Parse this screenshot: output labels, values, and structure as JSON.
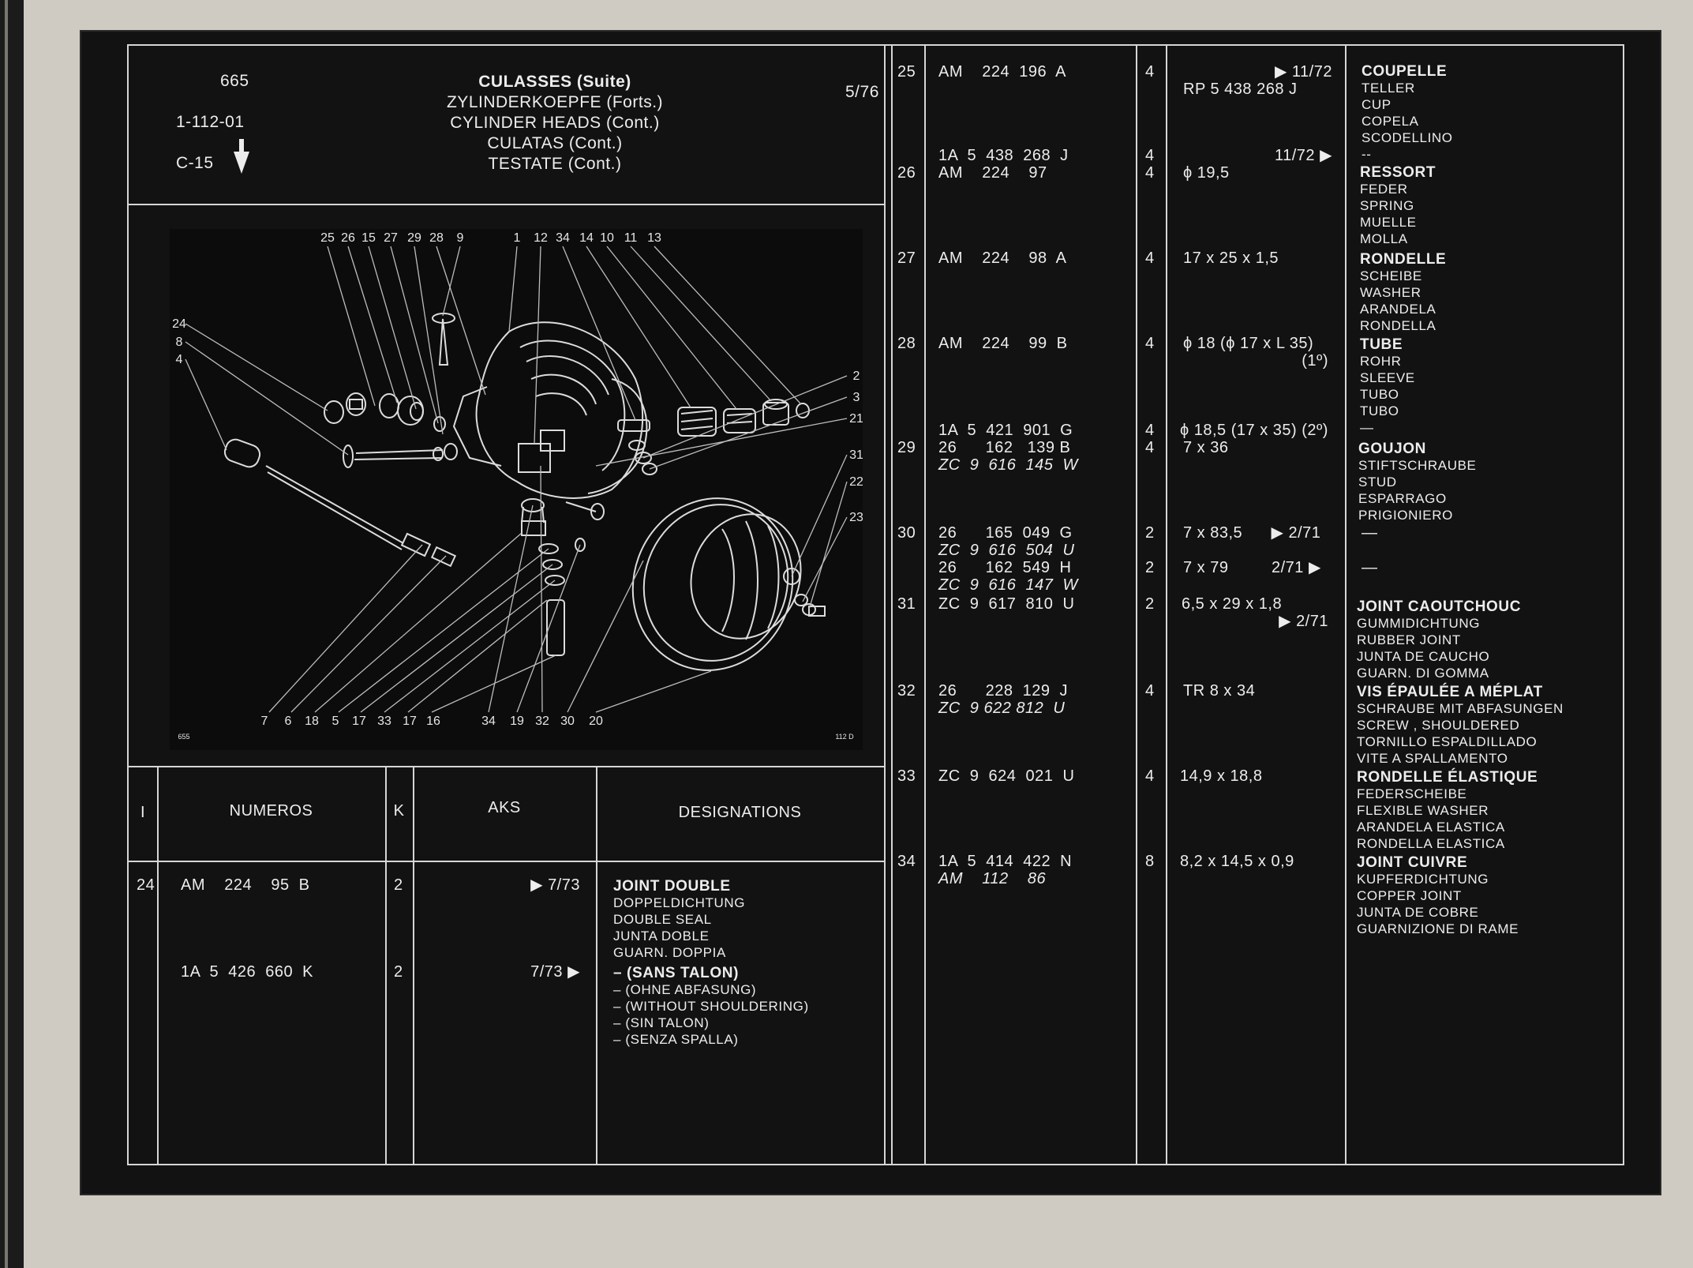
{
  "header": {
    "ref_665": "665",
    "ref_code": "1-112-01",
    "ref_c15": "C-15",
    "date": "5/76",
    "titles": [
      "CULASSES (Suite)",
      "ZYLINDERKOEPFE (Forts.)",
      "CYLINDER HEADS (Cont.)",
      "CULATAS (Cont.)",
      "TESTATE (Cont.)"
    ]
  },
  "columns": {
    "index": "I",
    "numeros": "NUMEROS",
    "k": "K",
    "aks": "AKS",
    "designations": "DESIGNATIONS"
  },
  "diagram": {
    "callouts_top": [
      "25",
      "26",
      "15",
      "27",
      "29",
      "28",
      "9",
      "1",
      "12",
      "34",
      "14",
      "10",
      "11",
      "13"
    ],
    "callouts_left": [
      "24",
      "8",
      "4"
    ],
    "callouts_right": [
      "2",
      "3",
      "21",
      "31",
      "22",
      "23"
    ],
    "callouts_bottom": [
      "7",
      "6",
      "18",
      "5",
      "17",
      "33",
      "17",
      "16",
      "34",
      "19",
      "32",
      "30",
      "20"
    ],
    "corner_left": "655",
    "corner_right": "112 D"
  },
  "left_rows": [
    {
      "index": "24",
      "number": "AM    224    95  B",
      "k": "2",
      "aks": "▶ 7/73",
      "designations": [
        "JOINT DOUBLE",
        "DOPPELDICHTUNG",
        "DOUBLE SEAL",
        "JUNTA DOBLE",
        "GUARN. DOPPIA"
      ]
    },
    {
      "index": "",
      "number": "1A  5  426  660  K",
      "k": "2",
      "aks": "7/73 ▶",
      "designations": [
        "– (SANS TALON)",
        "– (OHNE ABFASUNG)",
        "– (WITHOUT SHOULDERING)",
        "– (SIN TALON)",
        "– (SENZA SPALLA)"
      ]
    }
  ],
  "right_rows": [
    {
      "index": "25",
      "lines": [
        {
          "number": "AM    224  196  A",
          "k": "4",
          "aks": "▶ 11/72",
          "italic": false
        },
        {
          "number": "",
          "k": "",
          "aks": "RP 5 438 268 J",
          "italic": false
        }
      ],
      "designations": [
        "COUPELLE",
        "TELLER",
        "CUP",
        "COPELA",
        "SCODELLINO",
        "--"
      ]
    },
    {
      "index": "",
      "lines": [
        {
          "number": "1A  5  438  268  J",
          "k": "4",
          "aks": "11/72 ▶",
          "italic": false
        }
      ],
      "designations": []
    },
    {
      "index": "26",
      "lines": [
        {
          "number": "AM    224    97",
          "k": "4",
          "aks": "ϕ 19,5",
          "italic": false
        }
      ],
      "designations": [
        "RESSORT",
        "FEDER",
        "SPRING",
        "MUELLE",
        "MOLLA"
      ]
    },
    {
      "index": "27",
      "lines": [
        {
          "number": "AM    224    98  A",
          "k": "4",
          "aks": "17 x 25 x 1,5",
          "italic": false
        }
      ],
      "designations": [
        "RONDELLE",
        "SCHEIBE",
        "WASHER",
        "ARANDELA",
        "RONDELLA"
      ]
    },
    {
      "index": "28",
      "lines": [
        {
          "number": "AM    224    99  B",
          "k": "4",
          "aks": "ϕ 18 (ϕ 17 x L 35)",
          "italic": false
        },
        {
          "number": "",
          "k": "",
          "aks": "(1º)",
          "italic": false
        }
      ],
      "designations": [
        "TUBE",
        "ROHR",
        "SLEEVE",
        "TUBO",
        "TUBO",
        "—"
      ]
    },
    {
      "index": "",
      "lines": [
        {
          "number": "1A  5  421  901  G",
          "k": "4",
          "aks": "ϕ 18,5 (17 x 35) (2º)",
          "italic": false
        }
      ],
      "designations": []
    },
    {
      "index": "29",
      "lines": [
        {
          "number": "26      162   139 B",
          "k": "4",
          "aks": "7 x 36",
          "italic": false
        },
        {
          "number": "ZC  9  616  145  W",
          "k": "",
          "aks": "",
          "italic": true
        }
      ],
      "designations": [
        "GOUJON",
        "STIFTSCHRAUBE",
        "STUD",
        "ESPARRAGO",
        "PRIGIONIERO"
      ]
    },
    {
      "index": "30",
      "lines": [
        {
          "number": "26      165  049  G",
          "k": "2",
          "aks": "7 x 83,5      ▶ 2/71",
          "italic": false
        },
        {
          "number": "ZC  9  616  504  U",
          "k": "",
          "aks": "",
          "italic": true
        },
        {
          "number": "26      162  549  H",
          "k": "2",
          "aks": "7 x 79         2/71 ▶",
          "italic": false
        },
        {
          "number": "ZC  9  616  147  W",
          "k": "",
          "aks": "",
          "italic": true
        }
      ],
      "designations": [
        "—",
        "—"
      ]
    },
    {
      "index": "31",
      "lines": [
        {
          "number": "ZC  9  617  810  U",
          "k": "2",
          "aks": "6,5 x 29 x 1,8",
          "italic": false
        },
        {
          "number": "",
          "k": "",
          "aks": "▶ 2/71",
          "italic": false
        }
      ],
      "designations": [
        "JOINT CAOUTCHOUC",
        "GUMMIDICHTUNG",
        "RUBBER JOINT",
        "JUNTA DE CAUCHO",
        "GUARN. DI GOMMA"
      ]
    },
    {
      "index": "32",
      "lines": [
        {
          "number": "26      228  129  J",
          "k": "4",
          "aks": "TR 8 x 34",
          "italic": false
        },
        {
          "number": "ZC  9 622 812  U",
          "k": "",
          "aks": "",
          "italic": true
        }
      ],
      "designations": [
        "VIS ÉPAULÉE A MÉPLAT",
        "SCHRAUBE MIT ABFASUNGEN",
        "SCREW , SHOULDERED",
        "TORNILLO ESPALDILLADO",
        "VITE A SPALLAMENTO"
      ]
    },
    {
      "index": "33",
      "lines": [
        {
          "number": "ZC  9  624  021  U",
          "k": "4",
          "aks": "14,9 x 18,8",
          "italic": false
        }
      ],
      "designations": [
        "RONDELLE ÉLASTIQUE",
        "FEDERSCHEIBE",
        "FLEXIBLE WASHER",
        "ARANDELA ELASTICA",
        "RONDELLA ELASTICA"
      ]
    },
    {
      "index": "34",
      "lines": [
        {
          "number": "1A  5  414  422  N",
          "k": "8",
          "aks": "8,2 x 14,5 x 0,9",
          "italic": false
        },
        {
          "number": "AM    112    86",
          "k": "",
          "aks": "",
          "italic": true
        }
      ],
      "designations": [
        "JOINT CUIVRE",
        "KUPFERDICHTUNG",
        "COPPER JOINT",
        "JUNTA DE COBRE",
        "GUARNIZIONE DI RAME"
      ]
    }
  ]
}
